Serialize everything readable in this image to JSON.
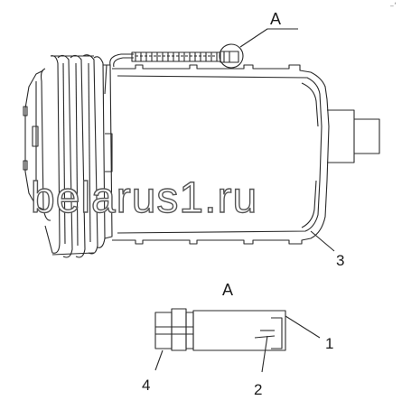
{
  "labels": {
    "view_a_top": "A",
    "view_a_detail": "A",
    "part_1": "1",
    "part_2": "2",
    "part_3": "3",
    "part_4": "4"
  },
  "watermark": "belarus1.ru",
  "corner_mark": "–‘",
  "colors": {
    "line": "#2a2a2a",
    "watermark_outline": "#555555",
    "background": "#ffffff"
  }
}
